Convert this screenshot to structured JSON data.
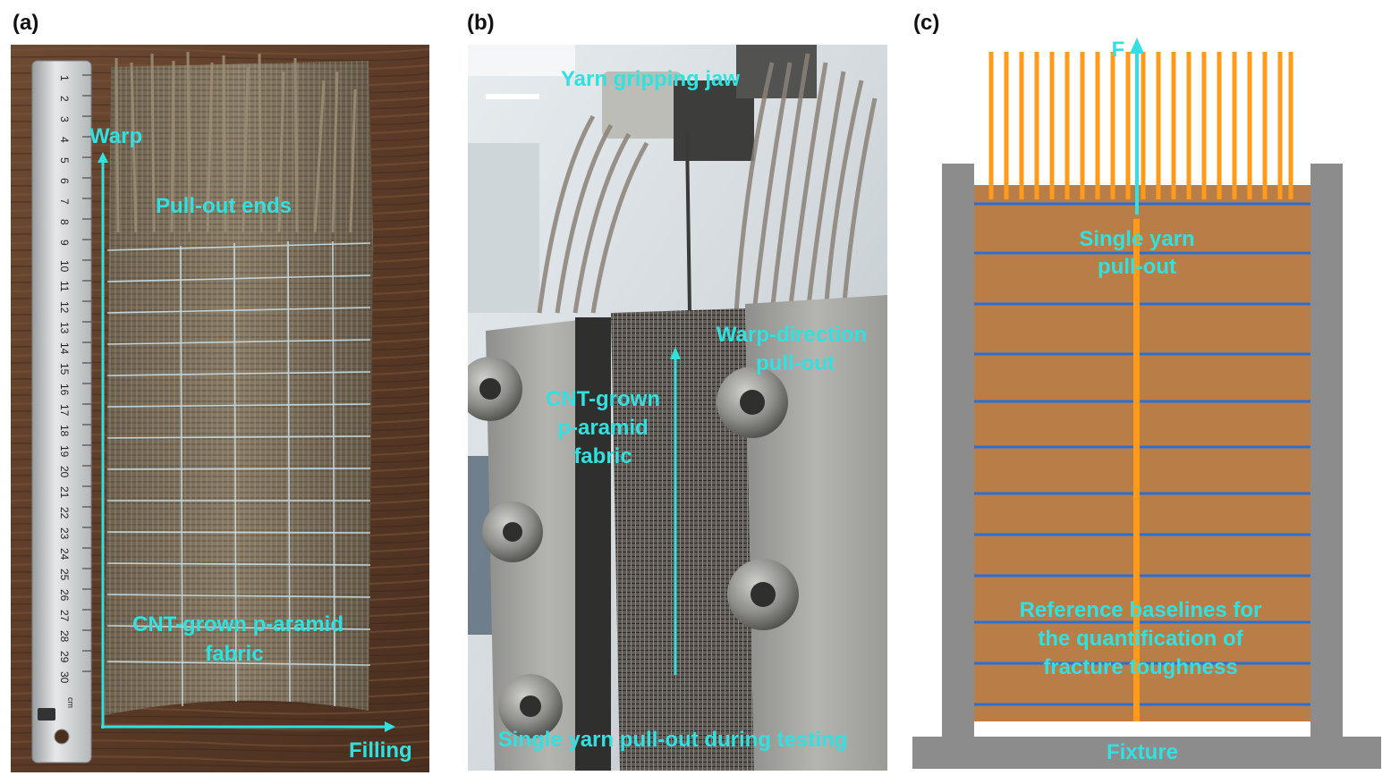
{
  "panels": {
    "a": {
      "label": "(a)",
      "annotations": {
        "warp": "Warp",
        "pullout_ends": "Pull-out ends",
        "fabric_line1": "CNT-grown p-aramid",
        "fabric_line2": "fabric",
        "filling": "Filling"
      },
      "ruler_ticks": [
        "1",
        "2",
        "3",
        "4",
        "5",
        "6",
        "7",
        "8",
        "9",
        "10",
        "11",
        "12",
        "13",
        "14",
        "15",
        "16",
        "17",
        "18",
        "19",
        "20",
        "21",
        "22",
        "23",
        "24",
        "25",
        "26",
        "27",
        "28",
        "29",
        "30"
      ],
      "ruler_unit": "cm"
    },
    "b": {
      "label": "(b)",
      "annotations": {
        "jaw": "Yarn gripping jaw",
        "warp_line1": "Warp-direction",
        "warp_line2": "pull-out",
        "fabric_line1": "CNT-grown",
        "fabric_line2": "p-aramid",
        "fabric_line3": "fabric",
        "caption": "Single yarn pull-out during testing"
      }
    },
    "c": {
      "label": "(c)",
      "annotations": {
        "force": "F",
        "single_line1": "Single yarn",
        "single_line2": "pull-out",
        "ref_line1": "Reference baselines for",
        "ref_line2": "the quantification of",
        "ref_line3": "fracture toughness",
        "fixture": "Fixture"
      }
    }
  },
  "colors": {
    "annotation": "#33e0e0",
    "yarn": "#ff9a1a",
    "fabric": "#b97d48",
    "baseline": "#2a6fd6",
    "fixture": "#8c8c8c"
  }
}
